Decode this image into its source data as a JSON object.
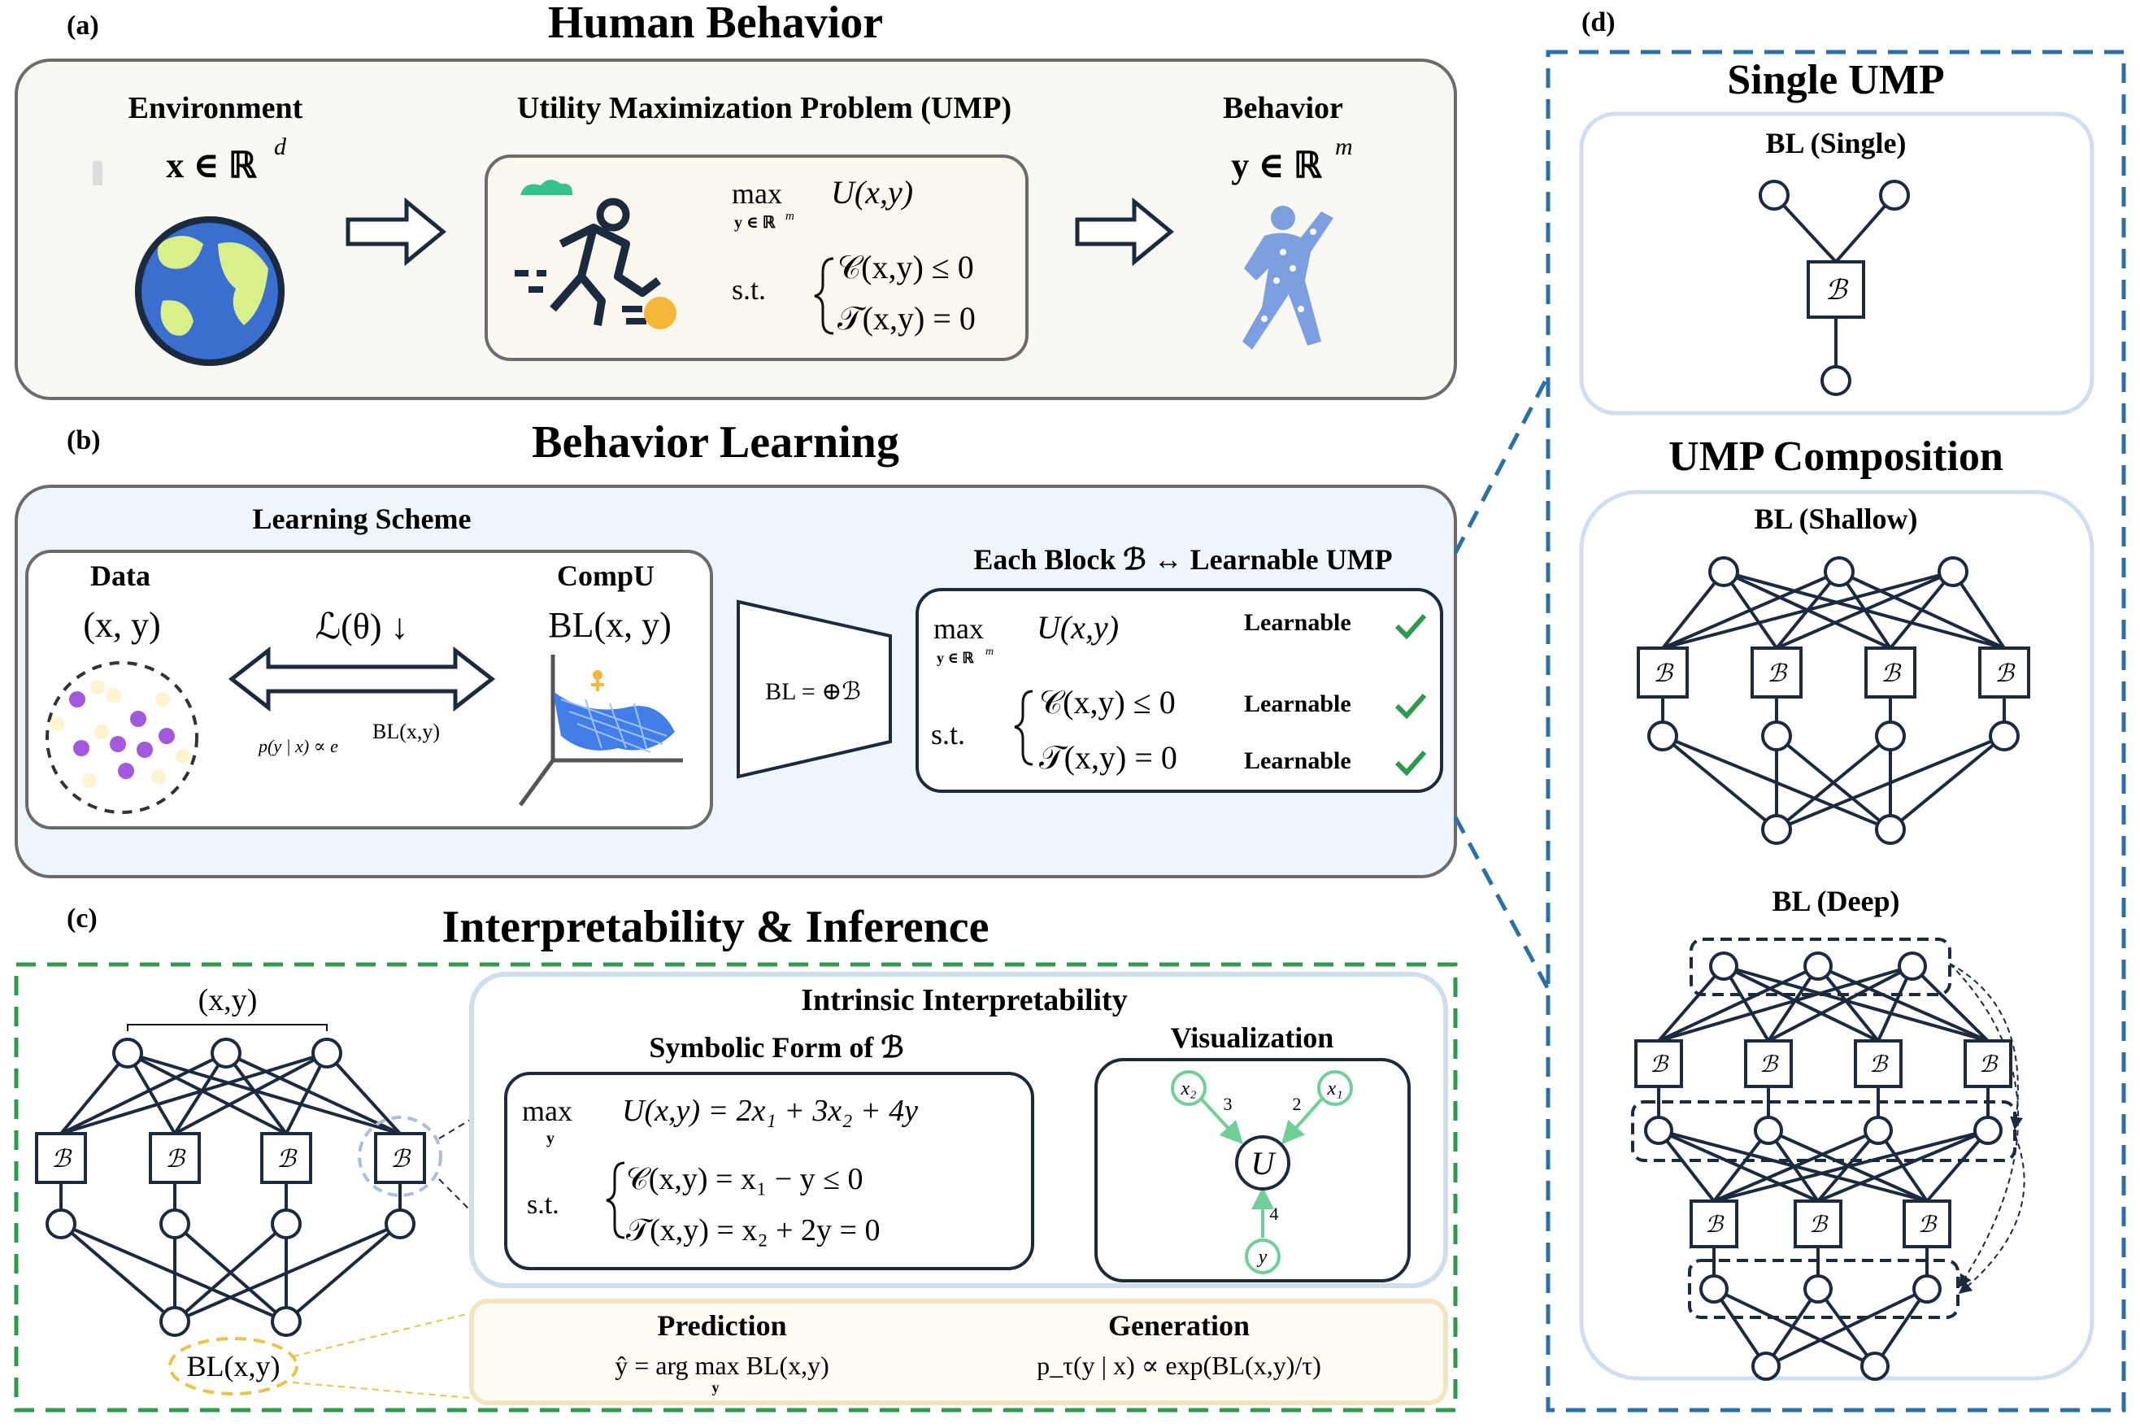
{
  "panel_a": {
    "tag": "(a)",
    "title": "Human Behavior",
    "environment_label": "Environment",
    "environment_math": "x ∈ ℝ",
    "environment_exp": "d",
    "ump_label": "Utility Maximization Problem (UMP)",
    "ump_max": "max",
    "ump_max_sub": "y ∈ ℝ",
    "ump_max_sub_exp": "m",
    "ump_objective": "U(x,y)",
    "ump_st": "s.t.",
    "ump_c1": "𝒞(x,y) ≤ 0",
    "ump_c2": "𝒯(x,y) = 0",
    "behavior_label": "Behavior",
    "behavior_math": "y ∈ ℝ",
    "behavior_exp": "m"
  },
  "panel_b": {
    "tag": "(b)",
    "title": "Behavior Learning",
    "scheme_title": "Learning Scheme",
    "data_label": "Data",
    "data_math": "(x, y)",
    "loss": "ℒ(θ) ↓",
    "compu_label": "CompU",
    "compu_math": "BL(x, y)",
    "likelihood": "p(y | x) ∝ e",
    "likelihood_exp": "BL(x,y)",
    "bl_sum": "BL = ⊕ℬ",
    "block_title": "Each Block ℬ ↔ Learnable UMP",
    "max": "max",
    "max_sub": "y ∈ ℝ",
    "max_sub_exp": "m",
    "objective": "U(x,y)",
    "st": "s.t.",
    "c1": "𝒞(x,y) ≤ 0",
    "c2": "𝒯(x,y) = 0",
    "learnable": [
      "Learnable",
      "Learnable",
      "Learnable"
    ]
  },
  "panel_c": {
    "tag": "(c)",
    "title": "Interpretability & Inference",
    "net_top_label": "(x,y)",
    "net_bottom_label": "BL(x,y)",
    "block_symbol": "ℬ",
    "intrinsic_title": "Intrinsic Interpretability",
    "symbolic_title": "Symbolic Form of ℬ",
    "sym_max": "max",
    "sym_max_sub": "y",
    "sym_objective": "U(x,y)  =  2x₁ + 3x₂ + 4y",
    "sym_st": "s.t.",
    "sym_c1": "𝒞(x,y)  =  x₁ − y    ≤ 0",
    "sym_c2": "𝒯(x,y)  =  x₂ + 2y   = 0",
    "viz_title": "Visualization",
    "viz_nodes": [
      "x₂",
      "x₁",
      "U",
      "y"
    ],
    "viz_weights": [
      "3",
      "2",
      "4"
    ],
    "prediction_title": "Prediction",
    "prediction_formula": "ŷ = arg max BL(x,y)",
    "prediction_sub": "y",
    "generation_title": "Generation",
    "generation_formula": "p_τ(y | x) ∝ exp(BL(x,y)/τ)"
  },
  "panel_d": {
    "tag": "(d)",
    "single_title": "Single UMP",
    "single_label": "BL (Single)",
    "composition_title": "UMP Composition",
    "shallow_label": "BL (Shallow)",
    "deep_label": "BL (Deep)",
    "block_symbol": "ℬ"
  },
  "colors": {
    "dark": "#1b2a3e",
    "panel_a_bg": "#faf8f2",
    "panel_b_bg": "#eef5fc",
    "green_dash": "#2e9a4e",
    "blue_dash": "#2a6fa8",
    "check": "#2e9a4e",
    "viz_node": "#6fcf97",
    "purple": "#a259e0",
    "cream": "#fdf3cf",
    "globe_ocean": "#3b6fcf",
    "globe_land": "#d8ef8a",
    "cloud": "#35c28e",
    "ball": "#f4b73a",
    "figure_blue": "#7b9fe0",
    "surface": "#2f6fe6",
    "yellow_dash": "#e8c44a"
  }
}
